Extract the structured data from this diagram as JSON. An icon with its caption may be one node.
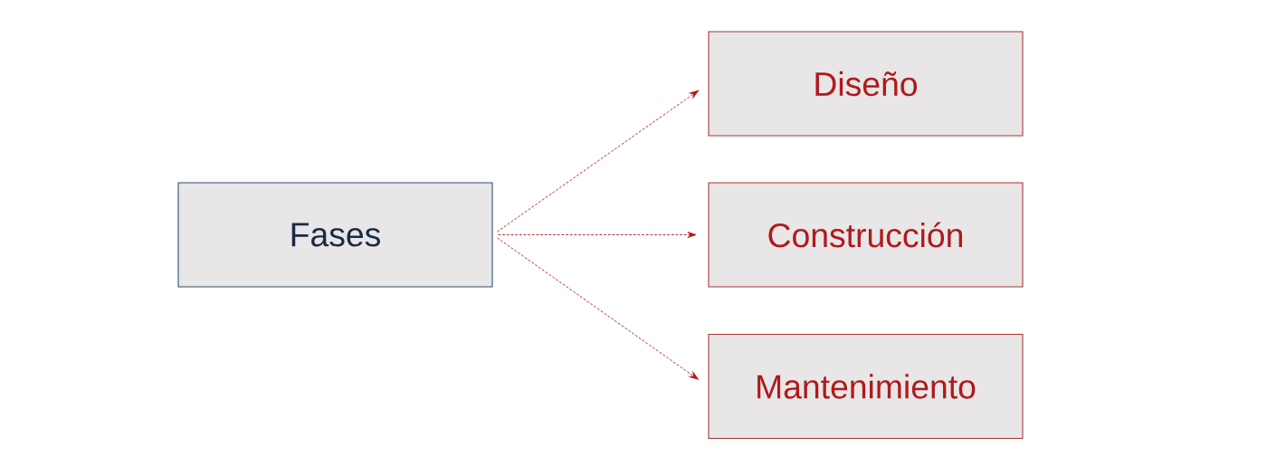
{
  "diagram": {
    "nodes": [
      {
        "text": [
          "Fases"
        ]
      },
      {
        "text": [
          "Diseño"
        ]
      },
      {
        "text": [
          "Construcción"
        ]
      },
      {
        "text": [
          "Mantenimiento"
        ]
      }
    ],
    "edges": [
      {
        "from": 0,
        "to": 1,
        "arrow": "to",
        "style": "dashed"
      },
      {
        "from": 0,
        "to": 2,
        "arrow": "to",
        "style": "dashed"
      },
      {
        "from": 0,
        "to": 3,
        "arrow": "to",
        "style": "dashed"
      }
    ]
  }
}
